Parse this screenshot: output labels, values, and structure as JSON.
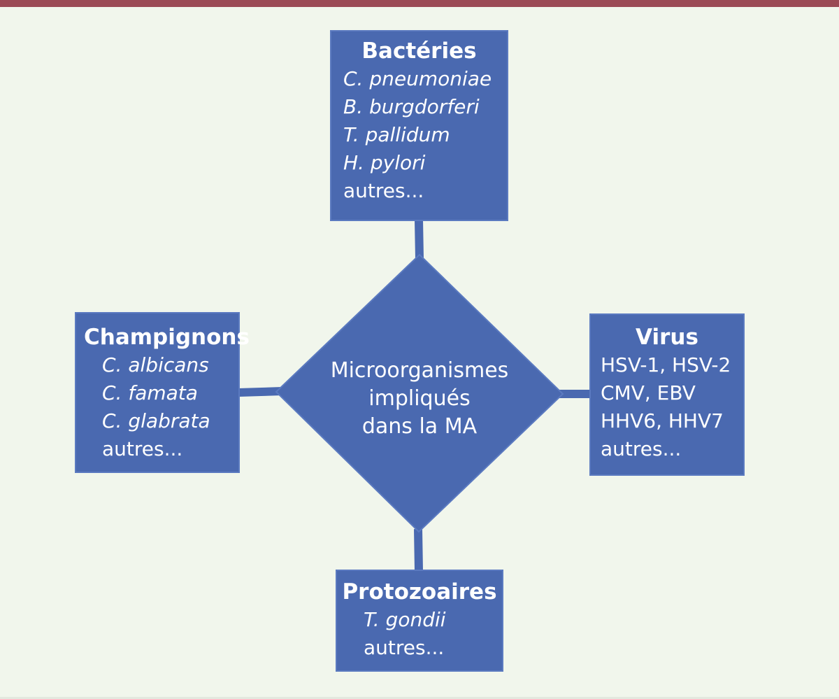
{
  "center": {
    "line1": "Microorganismes",
    "line2": "impliqués",
    "line3": "dans la MA"
  },
  "boxes": {
    "bacteries": {
      "title": "Bactéries",
      "items": [
        "C. pneumoniae",
        "B. burgdorferi",
        "T. pallidum",
        "H. pylori",
        "autres..."
      ]
    },
    "champignons": {
      "title": "Champignons",
      "items": [
        "C. albicans",
        "C. famata",
        "C. glabrata",
        "autres..."
      ]
    },
    "virus": {
      "title": "Virus",
      "items": [
        "HSV-1, HSV-2",
        "CMV, EBV",
        "HHV6, HHV7",
        "autres..."
      ]
    },
    "protozoaires": {
      "title": "Protozoaires",
      "items": [
        "T. gondii",
        "autres..."
      ]
    }
  },
  "colors": {
    "box_fill": "#4a69b0",
    "background": "#f1f6ec",
    "top_bar": "#9b4a55",
    "text": "#ffffff"
  }
}
